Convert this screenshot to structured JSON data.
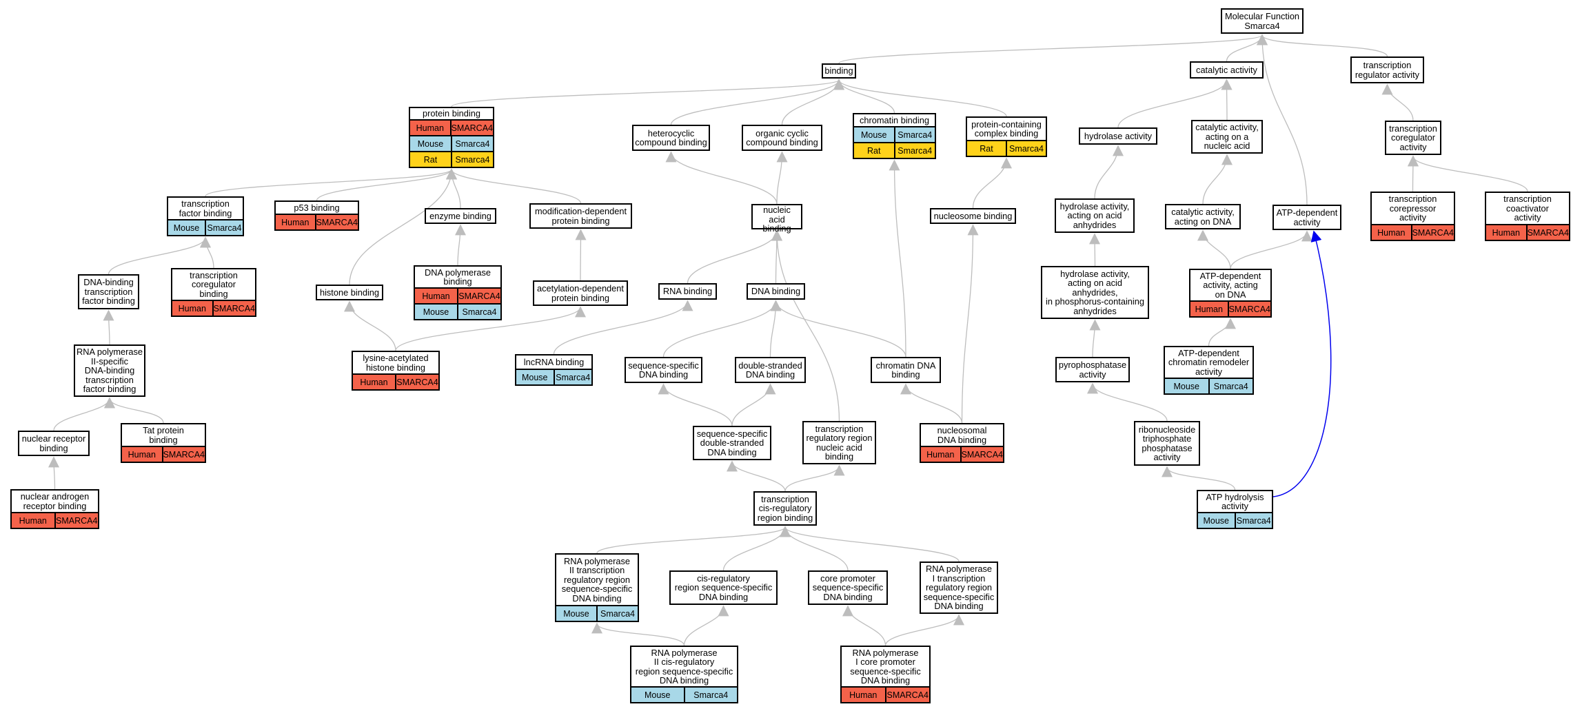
{
  "nodes": {
    "mf": {
      "label": "Molecular Function\nSmarca4",
      "rows": []
    },
    "binding": {
      "label": "binding",
      "rows": []
    },
    "catalytic": {
      "label": "catalytic activity",
      "rows": []
    },
    "tra": {
      "label": "transcription\nregulator activity",
      "rows": []
    },
    "protein_binding": {
      "label": "protein binding",
      "rows": [
        {
          "sp": "Human",
          "g": "SMARCA4"
        },
        {
          "sp": "Mouse",
          "g": "Smarca4"
        },
        {
          "sp": "Rat",
          "g": "Smarca4"
        }
      ]
    },
    "heterocyclic": {
      "label": "heterocyclic\ncompound binding",
      "rows": []
    },
    "organic_cyclic": {
      "label": "organic cyclic\ncompound binding",
      "rows": []
    },
    "chromatin_binding": {
      "label": "chromatin binding",
      "rows": [
        {
          "sp": "Mouse",
          "g": "Smarca4"
        },
        {
          "sp": "Rat",
          "g": "Smarca4"
        }
      ]
    },
    "pccb": {
      "label": "protein-containing\ncomplex binding",
      "rows": [
        {
          "sp": "Rat",
          "g": "Smarca4"
        }
      ]
    },
    "hydrolase": {
      "label": "hydrolase activity",
      "rows": []
    },
    "cat_nucleic": {
      "label": "catalytic activity,\nacting on a\nnucleic acid",
      "rows": []
    },
    "tcra": {
      "label": "transcription\ncoregulator\nactivity",
      "rows": []
    },
    "tfb": {
      "label": "transcription\nfactor binding",
      "rows": [
        {
          "sp": "Mouse",
          "g": "Smarca4"
        }
      ]
    },
    "p53": {
      "label": "p53 binding",
      "rows": [
        {
          "sp": "Human",
          "g": "SMARCA4"
        }
      ]
    },
    "enzyme": {
      "label": "enzyme binding",
      "rows": []
    },
    "moddep": {
      "label": "modification-dependent\nprotein binding",
      "rows": []
    },
    "nucleic_acid": {
      "label": "nucleic acid\nbinding",
      "rows": []
    },
    "nucleosome": {
      "label": "nucleosome binding",
      "rows": []
    },
    "hydro_anh": {
      "label": "hydrolase activity,\nacting on acid\nanhydrides",
      "rows": []
    },
    "cat_dna": {
      "label": "catalytic activity,\nacting on DNA",
      "rows": []
    },
    "atpdep": {
      "label": "ATP-dependent\nactivity",
      "rows": []
    },
    "corepressor": {
      "label": "transcription\ncorepressor\nactivity",
      "rows": [
        {
          "sp": "Human",
          "g": "SMARCA4"
        }
      ]
    },
    "coactivator": {
      "label": "transcription\ncoactivator\nactivity",
      "rows": [
        {
          "sp": "Human",
          "g": "SMARCA4"
        }
      ]
    },
    "dbtfb": {
      "label": "DNA-binding\ntranscription\nfactor binding",
      "rows": []
    },
    "coreg_binding": {
      "label": "transcription\ncoregulator\nbinding",
      "rows": [
        {
          "sp": "Human",
          "g": "SMARCA4"
        }
      ]
    },
    "histone": {
      "label": "histone binding",
      "rows": []
    },
    "dnapol": {
      "label": "DNA polymerase\nbinding",
      "rows": [
        {
          "sp": "Human",
          "g": "SMARCA4"
        },
        {
          "sp": "Mouse",
          "g": "Smarca4"
        }
      ]
    },
    "acetyldep": {
      "label": "acetylation-dependent\nprotein binding",
      "rows": []
    },
    "rna_binding": {
      "label": "RNA binding",
      "rows": []
    },
    "dna_binding": {
      "label": "DNA binding",
      "rows": []
    },
    "hydro_phos": {
      "label": "hydrolase activity,\nacting on acid\nanhydrides,\nin phosphorus-containing\nanhydrides",
      "rows": []
    },
    "atp_dna": {
      "label": "ATP-dependent\nactivity, acting\non DNA",
      "rows": [
        {
          "sp": "Human",
          "g": "SMARCA4"
        }
      ]
    },
    "rnap2_dbtfb": {
      "label": "RNA polymerase\nII-specific\nDNA-binding\ntranscription\nfactor binding",
      "rows": []
    },
    "lysine": {
      "label": "lysine-acetylated\nhistone binding",
      "rows": [
        {
          "sp": "Human",
          "g": "SMARCA4"
        }
      ]
    },
    "lncrna": {
      "label": "lncRNA binding",
      "rows": [
        {
          "sp": "Mouse",
          "g": "Smarca4"
        }
      ]
    },
    "ssdna": {
      "label": "sequence-specific\nDNA binding",
      "rows": []
    },
    "dsdna": {
      "label": "double-stranded\nDNA binding",
      "rows": []
    },
    "chromatin_dna": {
      "label": "chromatin DNA\nbinding",
      "rows": []
    },
    "pyrophos": {
      "label": "pyrophosphatase\nactivity",
      "rows": []
    },
    "atp_remodeler": {
      "label": "ATP-dependent\nchromatin remodeler\nactivity",
      "rows": [
        {
          "sp": "Mouse",
          "g": "Smarca4"
        }
      ]
    },
    "nuclear_receptor": {
      "label": "nuclear receptor\nbinding",
      "rows": []
    },
    "tat": {
      "label": "Tat protein\nbinding",
      "rows": [
        {
          "sp": "Human",
          "g": "SMARCA4"
        }
      ]
    },
    "ss_ds": {
      "label": "sequence-specific\ndouble-stranded\nDNA binding",
      "rows": []
    },
    "trr": {
      "label": "transcription\nregulatory region\nnucleic acid\nbinding",
      "rows": []
    },
    "nucleosomal": {
      "label": "nucleosomal\nDNA binding",
      "rows": [
        {
          "sp": "Human",
          "g": "SMARCA4"
        }
      ]
    },
    "rntp": {
      "label": "ribonucleoside\ntriphosphate\nphosphatase\nactivity",
      "rows": []
    },
    "androgen": {
      "label": "nuclear androgen\nreceptor binding",
      "rows": [
        {
          "sp": "Human",
          "g": "SMARCA4"
        }
      ]
    },
    "tcis": {
      "label": "transcription\ncis-regulatory\nregion binding",
      "rows": []
    },
    "atp_hydrolysis": {
      "label": "ATP hydrolysis\nactivity",
      "rows": [
        {
          "sp": "Mouse",
          "g": "Smarca4"
        }
      ]
    },
    "rnap2_trr": {
      "label": "RNA polymerase\nII transcription\nregulatory region\nsequence-specific\nDNA binding",
      "rows": [
        {
          "sp": "Mouse",
          "g": "Smarca4"
        }
      ]
    },
    "cis_ss": {
      "label": "cis-regulatory\nregion sequence-specific\nDNA binding",
      "rows": []
    },
    "core_promoter": {
      "label": "core promoter\nsequence-specific\nDNA binding",
      "rows": []
    },
    "rnap1_trr": {
      "label": "RNA polymerase\nI transcription\nregulatory region\nsequence-specific\nDNA binding",
      "rows": []
    },
    "rnap2_cis": {
      "label": "RNA polymerase\nII cis-regulatory\nregion sequence-specific\nDNA binding",
      "rows": [
        {
          "sp": "Mouse",
          "g": "Smarca4"
        }
      ]
    },
    "rnap1_core": {
      "label": "RNA polymerase\nI core promoter\nsequence-specific\nDNA binding",
      "rows": [
        {
          "sp": "Human",
          "g": "SMARCA4"
        }
      ]
    }
  },
  "edges": [
    {
      "from": "binding",
      "to": "mf"
    },
    {
      "from": "catalytic",
      "to": "mf"
    },
    {
      "from": "tra",
      "to": "mf"
    },
    {
      "from": "atpdep",
      "to": "mf"
    },
    {
      "from": "protein_binding",
      "to": "binding"
    },
    {
      "from": "heterocyclic",
      "to": "binding"
    },
    {
      "from": "organic_cyclic",
      "to": "binding"
    },
    {
      "from": "chromatin_binding",
      "to": "binding"
    },
    {
      "from": "pccb",
      "to": "binding"
    },
    {
      "from": "hydrolase",
      "to": "catalytic"
    },
    {
      "from": "cat_nucleic",
      "to": "catalytic"
    },
    {
      "from": "tcra",
      "to": "tra"
    },
    {
      "from": "corepressor",
      "to": "tcra"
    },
    {
      "from": "coactivator",
      "to": "tcra"
    },
    {
      "from": "tfb",
      "to": "protein_binding"
    },
    {
      "from": "p53",
      "to": "protein_binding"
    },
    {
      "from": "enzyme",
      "to": "protein_binding"
    },
    {
      "from": "moddep",
      "to": "protein_binding"
    },
    {
      "from": "histone",
      "to": "protein_binding"
    },
    {
      "from": "nucleic_acid",
      "to": "heterocyclic"
    },
    {
      "from": "nucleic_acid",
      "to": "organic_cyclic"
    },
    {
      "from": "nucleosome",
      "to": "pccb"
    },
    {
      "from": "chromatin_dna",
      "to": "chromatin_binding"
    },
    {
      "from": "hydro_anh",
      "to": "hydrolase"
    },
    {
      "from": "cat_dna",
      "to": "cat_nucleic"
    },
    {
      "from": "atp_dna",
      "to": "cat_dna"
    },
    {
      "from": "atp_dna",
      "to": "atpdep"
    },
    {
      "from": "atp_remodeler",
      "to": "atp_dna"
    },
    {
      "from": "hydro_phos",
      "to": "hydro_anh"
    },
    {
      "from": "pyrophos",
      "to": "hydro_phos"
    },
    {
      "from": "rntp",
      "to": "pyrophos"
    },
    {
      "from": "atp_hydrolysis",
      "to": "rntp"
    },
    {
      "from": "atp_hydrolysis",
      "to": "atpdep",
      "highlight": true
    },
    {
      "from": "dbtfb",
      "to": "tfb"
    },
    {
      "from": "coreg_binding",
      "to": "tfb"
    },
    {
      "from": "rnap2_dbtfb",
      "to": "dbtfb"
    },
    {
      "from": "nuclear_receptor",
      "to": "rnap2_dbtfb"
    },
    {
      "from": "tat",
      "to": "rnap2_dbtfb"
    },
    {
      "from": "androgen",
      "to": "nuclear_receptor"
    },
    {
      "from": "dnapol",
      "to": "enzyme"
    },
    {
      "from": "acetyldep",
      "to": "moddep"
    },
    {
      "from": "lysine",
      "to": "histone"
    },
    {
      "from": "lysine",
      "to": "acetyldep"
    },
    {
      "from": "rna_binding",
      "to": "nucleic_acid"
    },
    {
      "from": "dna_binding",
      "to": "nucleic_acid"
    },
    {
      "from": "trr",
      "to": "nucleic_acid"
    },
    {
      "from": "lncrna",
      "to": "rna_binding"
    },
    {
      "from": "ssdna",
      "to": "dna_binding"
    },
    {
      "from": "dsdna",
      "to": "dna_binding"
    },
    {
      "from": "chromatin_dna",
      "to": "dna_binding"
    },
    {
      "from": "nucleosomal",
      "to": "chromatin_dna"
    },
    {
      "from": "nucleosomal",
      "to": "nucleosome"
    },
    {
      "from": "ss_ds",
      "to": "ssdna"
    },
    {
      "from": "ss_ds",
      "to": "dsdna"
    },
    {
      "from": "tcis",
      "to": "ss_ds"
    },
    {
      "from": "tcis",
      "to": "trr"
    },
    {
      "from": "rnap2_trr",
      "to": "tcis"
    },
    {
      "from": "cis_ss",
      "to": "tcis"
    },
    {
      "from": "core_promoter",
      "to": "tcis"
    },
    {
      "from": "rnap1_trr",
      "to": "tcis"
    },
    {
      "from": "rnap2_cis",
      "to": "rnap2_trr"
    },
    {
      "from": "rnap2_cis",
      "to": "cis_ss"
    },
    {
      "from": "rnap1_core",
      "to": "core_promoter"
    },
    {
      "from": "rnap1_core",
      "to": "rnap1_trr"
    }
  ],
  "colors": {
    "edge": "#bdbdbd",
    "highlight": "#0000ee",
    "Human": "#f4624a",
    "Mouse": "#a8d8e8",
    "Rat": "#ffd21a"
  }
}
